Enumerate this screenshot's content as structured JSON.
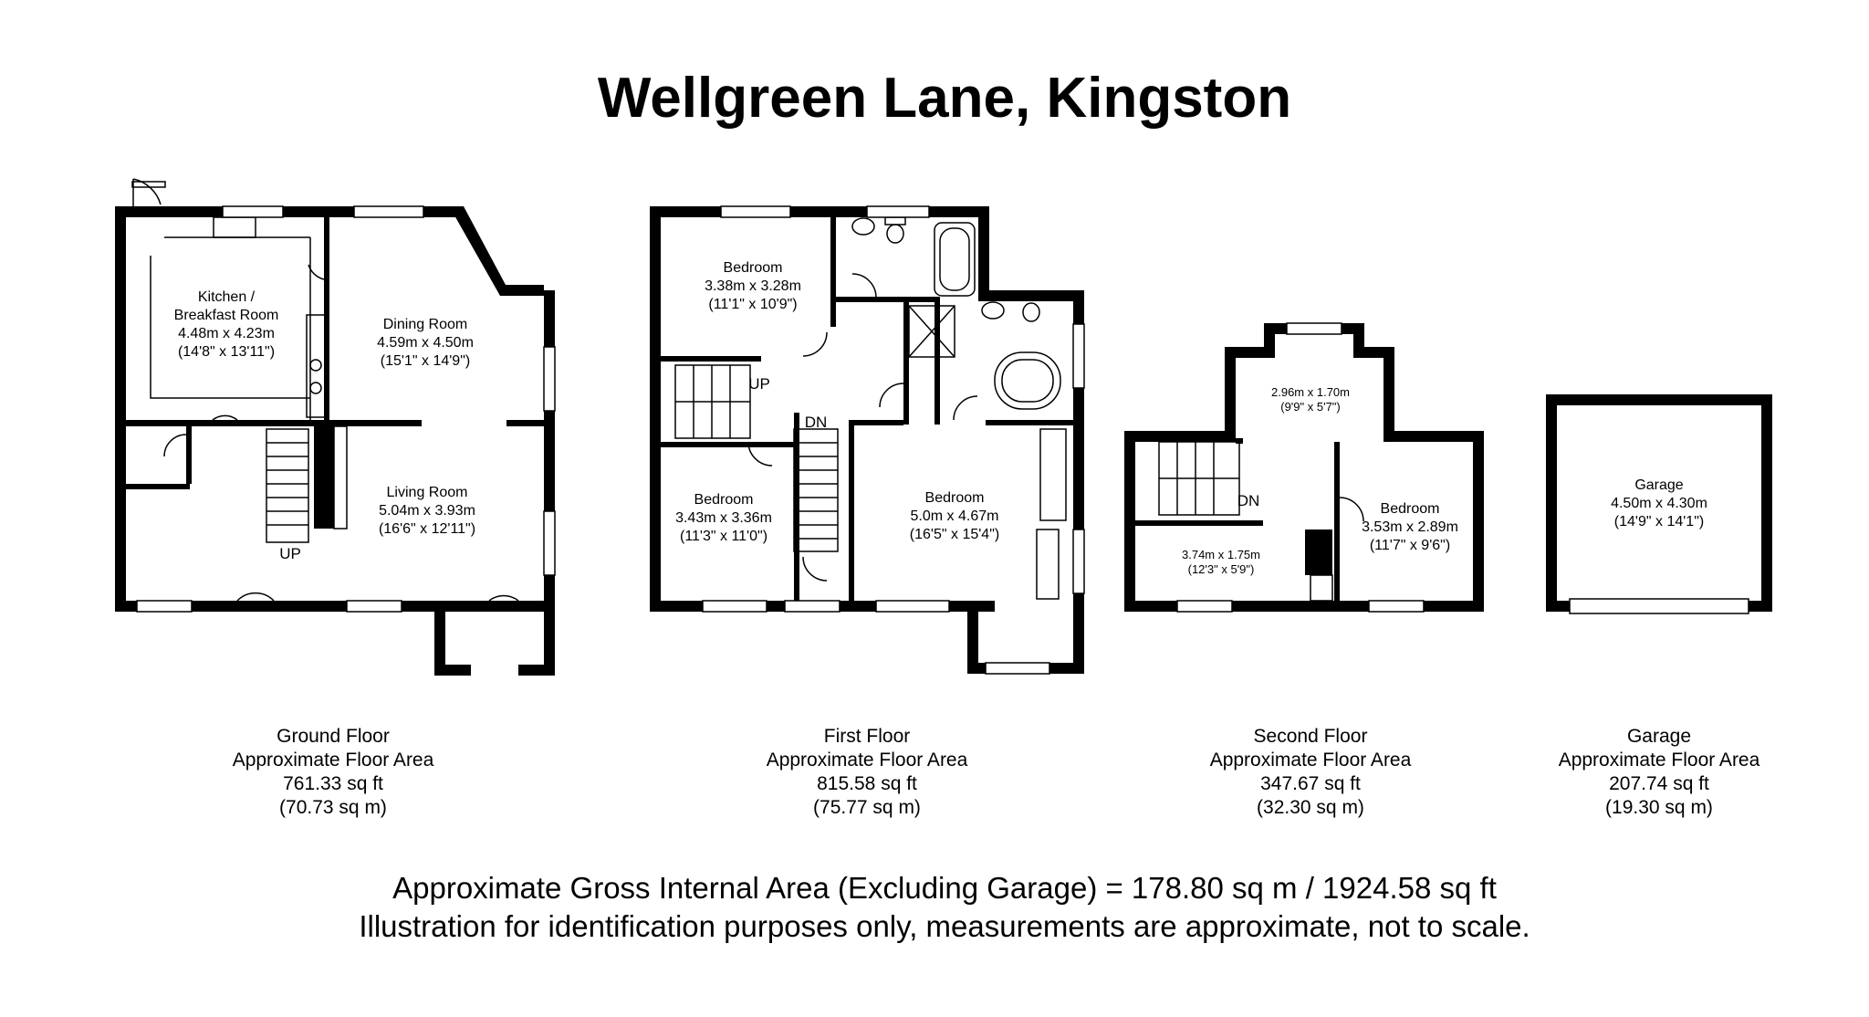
{
  "title": "Wellgreen Lane, Kingston",
  "rooms": {
    "kitchen": {
      "name": "Kitchen / Breakfast Room",
      "name1": "Kitchen /",
      "name2": "Breakfast Room",
      "metric": "4.48m x 4.23m",
      "imperial": "(14'8\" x 13'11\")"
    },
    "dining": {
      "name": "Dining Room",
      "metric": "4.59m x 4.50m",
      "imperial": "(15'1\" x 14'9\")"
    },
    "living": {
      "name": "Living Room",
      "metric": "5.04m x 3.93m",
      "imperial": "(16'6\" x 12'11\")"
    },
    "bed1": {
      "name": "Bedroom",
      "metric": "3.38m x 3.28m",
      "imperial": "(11'1\" x 10'9\")"
    },
    "bed2": {
      "name": "Bedroom",
      "metric": "3.43m x 3.36m",
      "imperial": "(11'3\" x 11'0\")"
    },
    "bed3": {
      "name": "Bedroom",
      "metric": "5.0m x 4.67m",
      "imperial": "(16'5\" x 15'4\")"
    },
    "sf_top": {
      "metric": "2.96m x 1.70m",
      "imperial": "(9'9\" x 5'7\")"
    },
    "sf_left": {
      "metric": "3.74m x 1.75m",
      "imperial": "(12'3\" x 5'9\")"
    },
    "bed4": {
      "name": "Bedroom",
      "metric": "3.53m x 2.89m",
      "imperial": "(11'7\" x 9'6\")"
    },
    "garage": {
      "name": "Garage",
      "metric": "4.50m x 4.30m",
      "imperial": "(14'9\" x 14'1\")"
    }
  },
  "stairs": {
    "ground_up": "UP",
    "first_up": "UP",
    "first_dn": "DN",
    "second_dn": "DN"
  },
  "floors": [
    {
      "name": "Ground Floor",
      "label": "Approximate Floor Area",
      "sqft": "761.33 sq ft",
      "sqm": "(70.73 sq m)"
    },
    {
      "name": "First Floor",
      "label": "Approximate Floor Area",
      "sqft": "815.58 sq ft",
      "sqm": "(75.77 sq m)"
    },
    {
      "name": "Second Floor",
      "label": "Approximate Floor Area",
      "sqft": "347.67 sq ft",
      "sqm": "(32.30 sq m)"
    },
    {
      "name": "Garage",
      "label": "Approximate Floor Area",
      "sqft": "207.74 sq ft",
      "sqm": "(19.30 sq m)"
    }
  ],
  "footer": {
    "line1": "Approximate Gross Internal Area (Excluding Garage) = 178.80 sq m / 1924.58 sq ft",
    "line2": "Illustration for identification purposes only, measurements are approximate, not to scale."
  },
  "colors": {
    "wall": "#000000",
    "fixture": "#ffffff"
  }
}
